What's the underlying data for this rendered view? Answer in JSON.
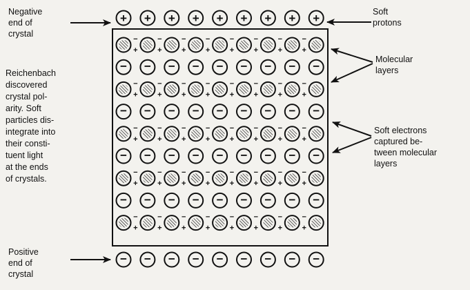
{
  "labels": {
    "negative_end": "Negative\nend of\ncrystal",
    "positive_end": "Positive\nend of\ncrystal",
    "description": "Reichenbach\ndiscovered\ncrystal pol-\narity. Soft\nparticles dis-\nintegrate into\ntheir consti-\ntuent light\nat the ends\nof crystals.",
    "soft_protons": "Soft\nprotons",
    "molecular_layers": "Molecular\nlayers",
    "soft_electrons": "Soft electrons\ncaptured be-\ntween molecular\nlayers"
  },
  "symbols": {
    "plus": "+",
    "minus": "−"
  },
  "grid": {
    "columns": 9,
    "top_row": "soft-proton",
    "inner_rows": [
      "molecule",
      "electron",
      "molecule",
      "electron",
      "molecule",
      "electron",
      "molecule",
      "electron",
      "molecule"
    ],
    "bottom_row": "electron"
  },
  "colors": {
    "ink": "#111111",
    "background": "#f3f2ee",
    "hatch": "#333333"
  }
}
